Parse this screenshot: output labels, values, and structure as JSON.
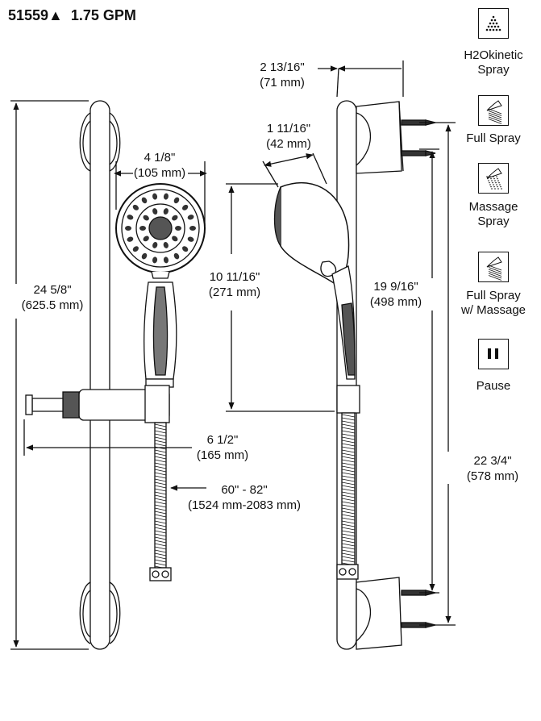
{
  "title": "51559▲  1.75 GPM",
  "dimensions": {
    "overall_height": [
      "24 5/8\"",
      "(625.5 mm)"
    ],
    "head_width": [
      "4 1/8\"",
      "(105 mm)"
    ],
    "slider_depth": [
      "6 1/2\"",
      "(165 mm)"
    ],
    "hose_length": [
      "60\" - 82\"",
      "(1524 mm-2083 mm)"
    ],
    "bracket_depth": [
      "2 13/16\"",
      "(71 mm)"
    ],
    "head_depth": [
      "1 11/16\"",
      "(42 mm)"
    ],
    "handshower_length": [
      "10 11/16\"",
      "(271 mm)"
    ],
    "screw_spacing": [
      "19 9/16\"",
      "(498 mm)"
    ],
    "bracket_spacing": [
      "22 3/4\"",
      "(578 mm)"
    ]
  },
  "spray_modes": [
    {
      "label": "H2Okinetic\nSpray",
      "icon": "h2okinetic-icon"
    },
    {
      "label": "Full Spray",
      "icon": "full-spray-icon"
    },
    {
      "label": "Massage\nSpray",
      "icon": "massage-spray-icon"
    },
    {
      "label": "Full Spray\nw/ Massage",
      "icon": "full-spray-massage-icon"
    },
    {
      "label": "Pause",
      "icon": "pause-icon"
    }
  ]
}
